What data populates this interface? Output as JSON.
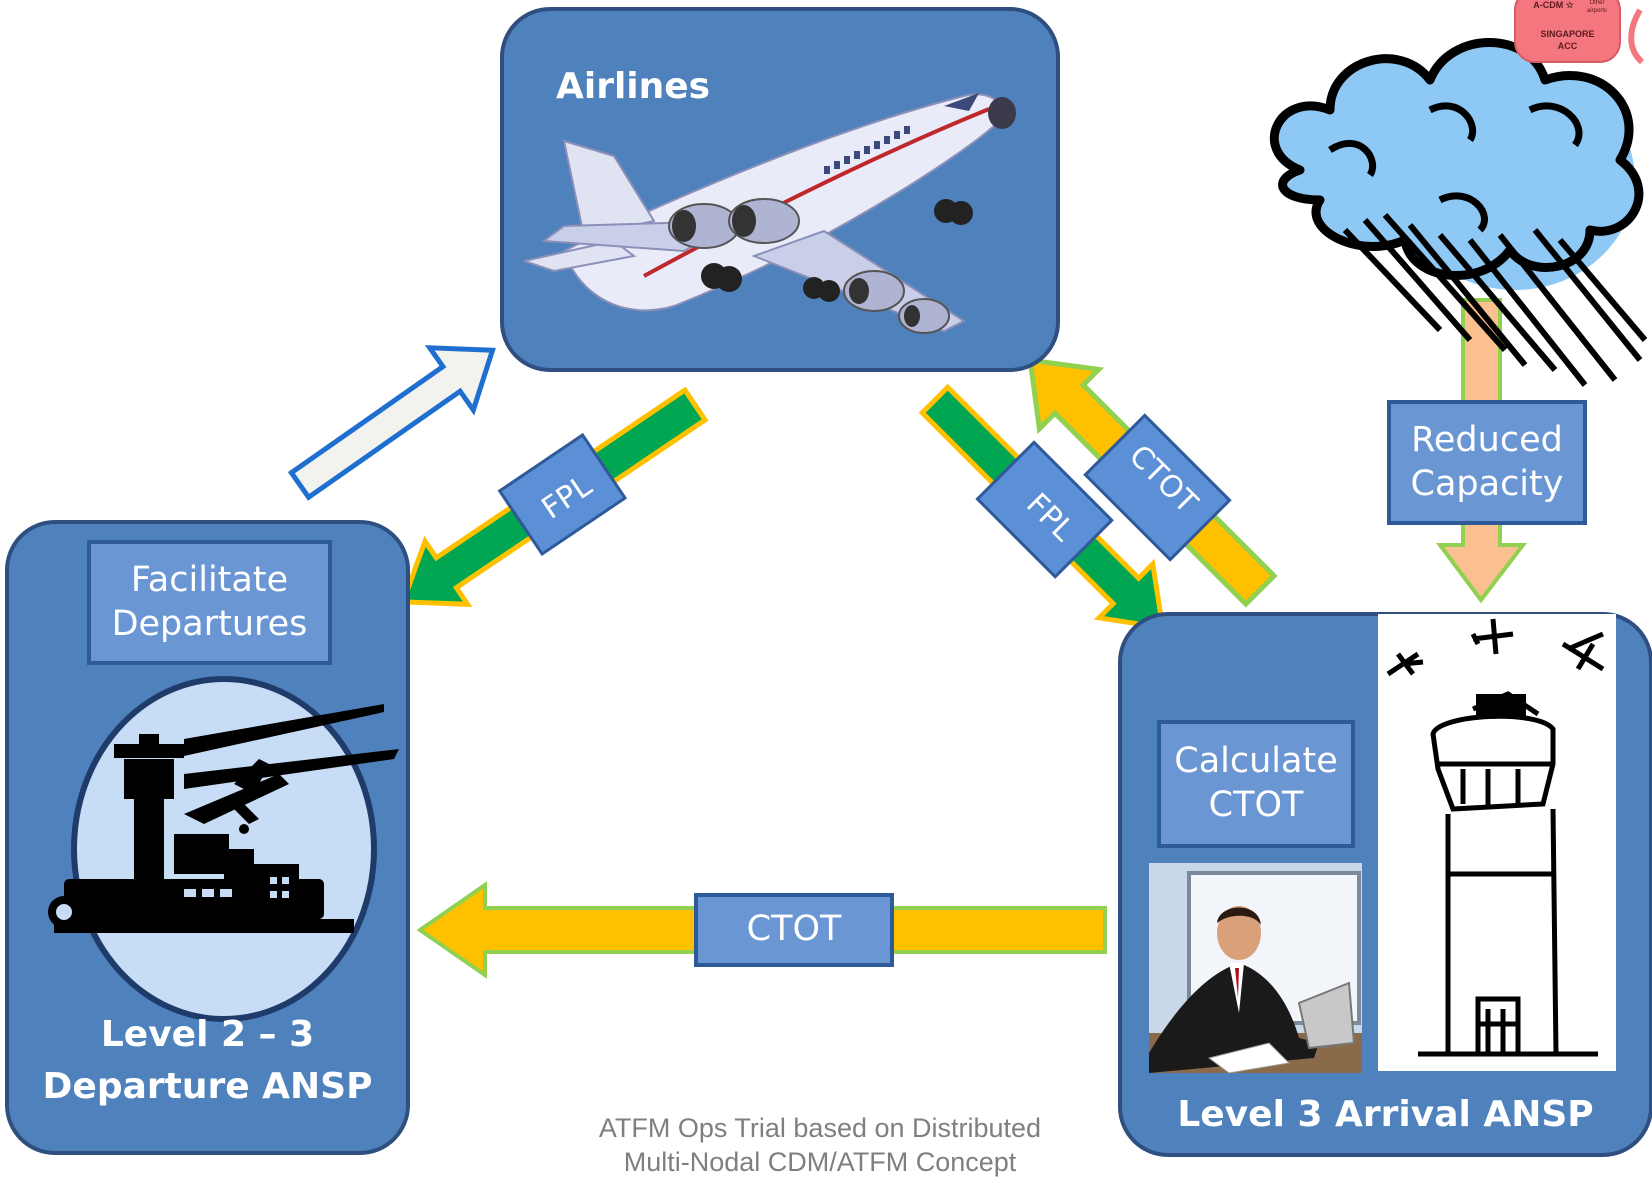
{
  "airlines": {
    "title": "Airlines"
  },
  "departure": {
    "box_label_line1": "Facilitate",
    "box_label_line2": "Departures",
    "title_line1": "Level 2 – 3",
    "title_line2": "Departure ANSP"
  },
  "arrival": {
    "box_label_line1": "Calculate",
    "box_label_line2": "CTOT",
    "title": "Level 3 Arrival ANSP"
  },
  "weather": {
    "label_line1": "Reduced",
    "label_line2": "Capacity",
    "badge_line1": "A-CDM",
    "badge_line2": "SINGAPORE",
    "badge_line3": "ACC",
    "badge_small": "Other airports"
  },
  "arrows": {
    "fpl_left": "FPL",
    "fpl_right": "FPL",
    "ctot_right": "CTOT",
    "ctot_bottom": "CTOT"
  },
  "footer": {
    "line1": "ATFM Ops Trial based on Distributed",
    "line2": "Multi-Nodal CDM/ATFM Concept"
  },
  "colors": {
    "panel": "#4f81bd",
    "label_box": "#6a96d4",
    "fpl_arrow": "#00a651",
    "ctot_arrow": "#ffc000",
    "capacity_arrow": "#fac090"
  }
}
